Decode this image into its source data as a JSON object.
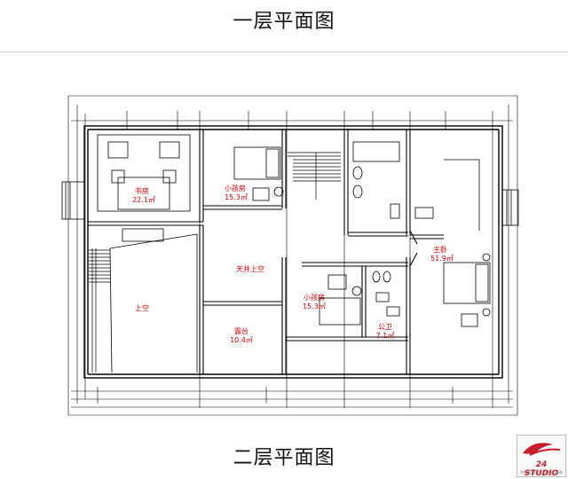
{
  "header": {
    "title": "一层平面图"
  },
  "footer": {
    "title": "二层平面图"
  },
  "rooms": {
    "study": {
      "name": "书房",
      "area": "22.1㎡"
    },
    "kids_room_1": {
      "name": "小孩房",
      "area": "15.3㎡"
    },
    "atrium": {
      "name": "天井上空"
    },
    "void": {
      "name": "上空"
    },
    "terrace": {
      "name": "露台",
      "area": "10.4㎡"
    },
    "kids_room_2": {
      "name": "小孩房",
      "area": "15.3㎡"
    },
    "bathroom": {
      "name": "公卫",
      "area": "7.1㎡"
    },
    "master": {
      "name": "主卧",
      "area": "51.9㎡"
    }
  },
  "logo": {
    "text": "24 STUDIO",
    "subtext": "ARCHITECTURE DESIGN"
  },
  "colors": {
    "label": "#d40000",
    "line": "#000000"
  }
}
